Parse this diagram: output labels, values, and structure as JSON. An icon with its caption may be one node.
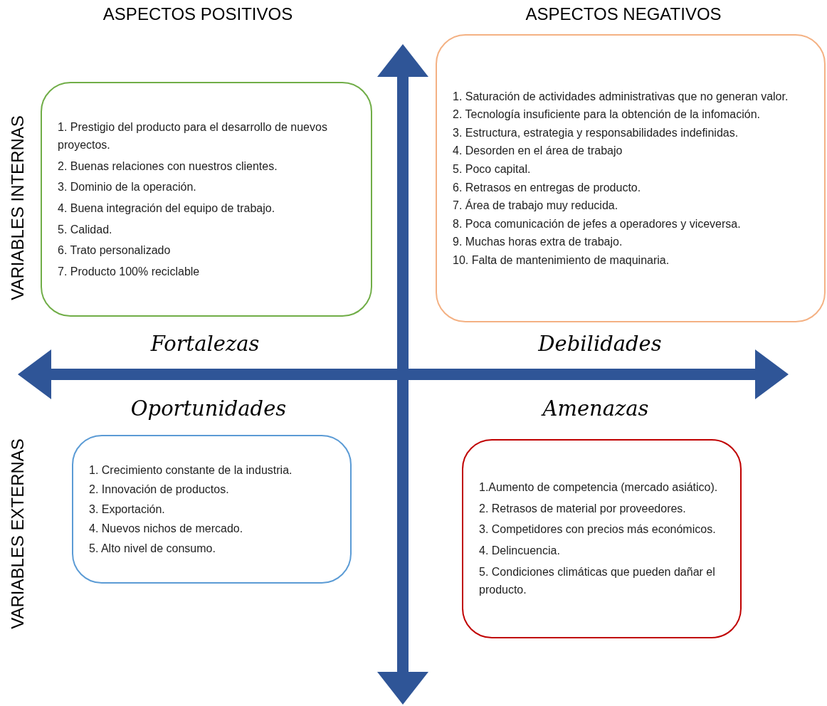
{
  "diagram": {
    "nodes": [
      {
        "text": [
          "1. Prestigio del producto para el desarrollo de nuevos proyectos.",
          "2. Buenas relaciones con nuestros clientes.",
          "3. Dominio de la operación.",
          "4. Buena integración del equipo de trabajo.",
          "5. Calidad.",
          "6. Trato personalizado",
          "7. Producto 100% reciclable"
        ]
      },
      {
        "text": [
          "1. Saturación de actividades administrativas que no generan valor.",
          "2. Tecnología insuficiente para la obtención de la infomación.",
          "3. Estructura, estrategia y responsabilidades indefinidas.",
          "4. Desorden en el área de trabajo",
          "5. Poco capital.",
          "6. Retrasos en entregas de producto.",
          "7. Área de trabajo muy reducida.",
          "8. Poca comunicación de jefes a operadores y viceversa.",
          "9. Muchas horas extra de trabajo.",
          "10. Falta de mantenimiento de maquinaria."
        ]
      },
      {
        "text": [
          "1. Crecimiento constante de la industria.",
          "2. Innovación de productos.",
          "3. Exportación.",
          "4. Nuevos nichos de mercado.",
          "5. Alto nivel de consumo."
        ]
      },
      {
        "text": [
          "1.Aumento de competencia (mercado asiático).",
          "2. Retrasos de material por proveedores.",
          "3. Competidores con precios más económicos.",
          "4. Delincuencia.",
          "5. Condiciones climáticas que pueden dañar el producto."
        ]
      }
    ],
    "labels": [
      "ASPECTOS POSITIVOS",
      "ASPECTOS NEGATIVOS",
      "VARIABLES INTERNAS",
      "Fortalezas",
      "Debilidades",
      "Oportunidades",
      "Amenazas",
      "VARIABLES EXTERNAS"
    ]
  }
}
